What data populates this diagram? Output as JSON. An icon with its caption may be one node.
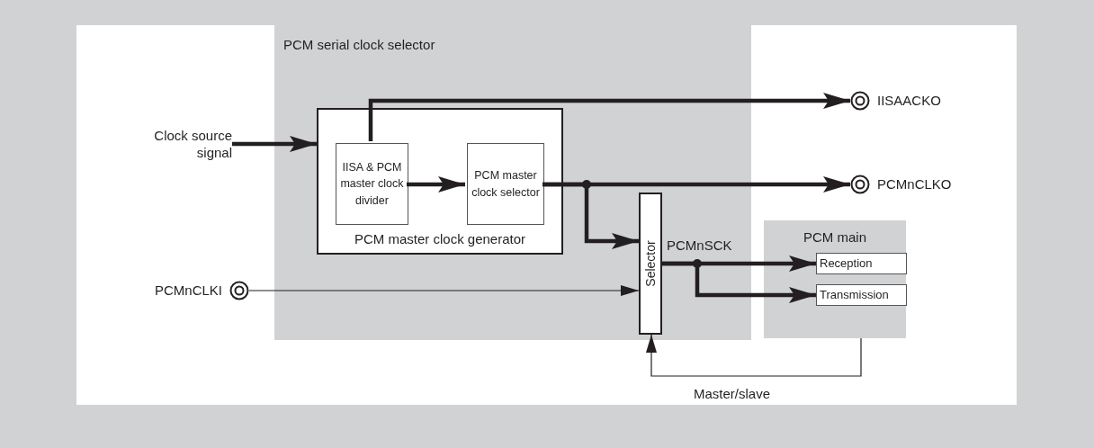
{
  "diagram": {
    "nodes": [
      {
        "text": [
          "PCM serial clock selector"
        ]
      },
      {
        "text": [
          "PCM master clock generator"
        ],
        "in": 0
      },
      {
        "text": [
          "IISA & PCM master clock divider"
        ],
        "in": 1
      },
      {
        "text": [
          "PCM master clock selector"
        ],
        "in": 1
      },
      {
        "text": [
          "Selector"
        ],
        "in": 0
      },
      {
        "text": [
          "PCM main"
        ]
      },
      {
        "text": [
          "Reception"
        ],
        "in": 5
      },
      {
        "text": [
          "Transmission"
        ],
        "in": 5
      },
      {
        "text": [
          "IISAACKO"
        ]
      },
      {
        "text": [
          "PCMnCLKO"
        ]
      },
      {
        "text": [
          "PCMnCLKI"
        ]
      },
      {
        "text": [
          "Clock source signal"
        ]
      }
    ],
    "edges": [
      {
        "from": 11,
        "to": 1,
        "arrow": "to"
      },
      {
        "from": 2,
        "to": 8,
        "arrow": "to"
      },
      {
        "from": 2,
        "to": 3,
        "arrow": "to"
      },
      {
        "from": 3,
        "to": 9,
        "arrow": "to"
      },
      {
        "from": 3,
        "to": 4,
        "arrow": "to"
      },
      {
        "from": 10,
        "to": 4,
        "arrow": "to"
      },
      {
        "from": 4,
        "to": 6,
        "arrow": "to",
        "label": "PCMnSCK"
      },
      {
        "from": 4,
        "to": 7,
        "arrow": "to"
      },
      {
        "from": 5,
        "to": 4,
        "arrow": "to",
        "label": "Master/slave"
      }
    ]
  }
}
